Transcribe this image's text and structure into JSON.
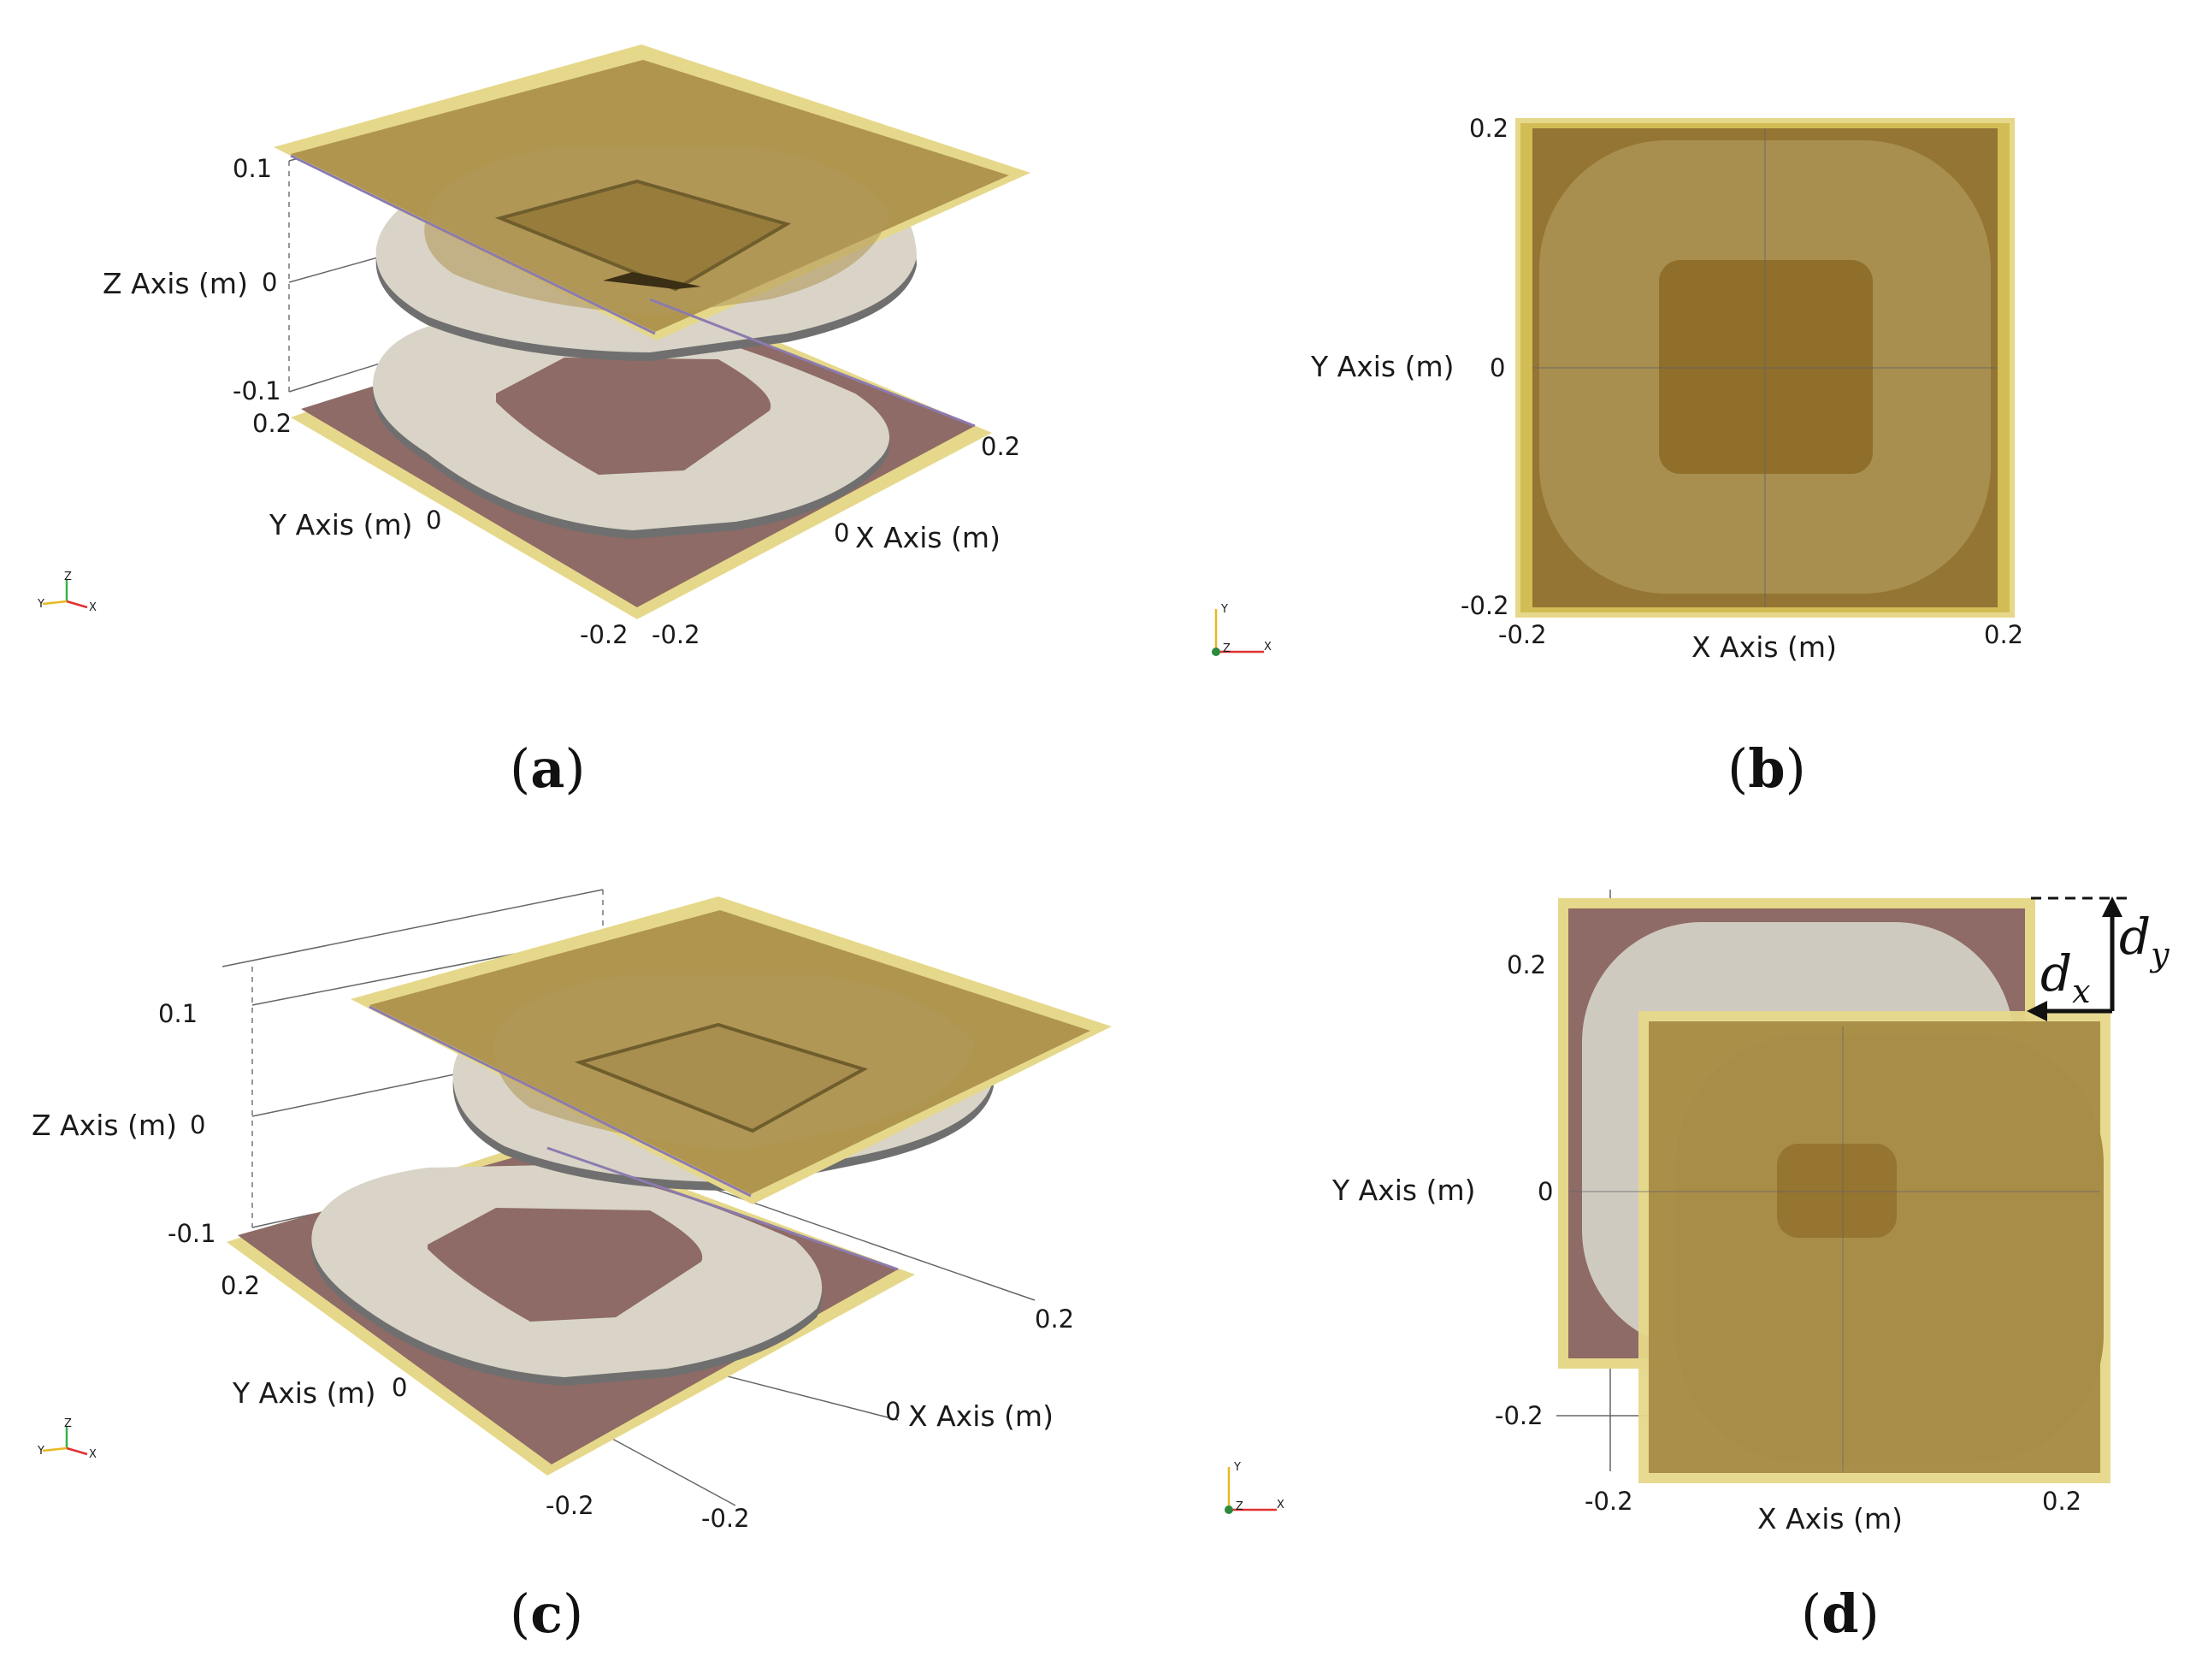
{
  "panels": {
    "a": {
      "caption_letter": "a",
      "x_axis_label": "X Axis (m)",
      "y_axis_label": "Y Axis (m)",
      "z_axis_label": "Z Axis (m)",
      "z_ticks": [
        "0.1",
        "0",
        "-0.1"
      ],
      "y_ticks": [
        "0.2",
        "0",
        "-0.2"
      ],
      "x_ticks": [
        "-0.2",
        "0",
        "0.2"
      ],
      "triad": [
        "Z",
        "Y",
        "X"
      ]
    },
    "b": {
      "caption_letter": "b",
      "x_axis_label": "X Axis (m)",
      "y_axis_label": "Y Axis (m)",
      "y_ticks": [
        "0.2",
        "0",
        "-0.2"
      ],
      "x_ticks": [
        "-0.2",
        "0.2"
      ],
      "triad": [
        "Y",
        "Z",
        "X"
      ]
    },
    "c": {
      "caption_letter": "c",
      "x_axis_label": "X Axis (m)",
      "y_axis_label": "Y Axis (m)",
      "z_axis_label": "Z Axis (m)",
      "z_ticks": [
        "0.1",
        "0",
        "-0.1"
      ],
      "y_ticks": [
        "0.2",
        "0",
        "-0.2"
      ],
      "x_ticks": [
        "-0.2",
        "0",
        "0.2"
      ],
      "triad": [
        "Z",
        "Y",
        "X"
      ]
    },
    "d": {
      "caption_letter": "d",
      "x_axis_label": "X Axis (m)",
      "y_axis_label": "Y Axis (m)",
      "y_ticks": [
        "0.2",
        "0",
        "-0.2"
      ],
      "x_ticks": [
        "-0.2",
        "0.2"
      ],
      "triad": [
        "Y",
        "Z",
        "X"
      ],
      "dx_base": "d",
      "dx_sub": "x",
      "dy_base": "d",
      "dy_sub": "y"
    }
  },
  "colors": {
    "ferrite_top": "#A98E47",
    "ferrite_edge": "#E6D88A",
    "ferrite_bottom": "#8E6B66",
    "coil": "#D9D4C7",
    "coil_edge": "#6F6F6F",
    "bg": "#FFFFFF"
  }
}
